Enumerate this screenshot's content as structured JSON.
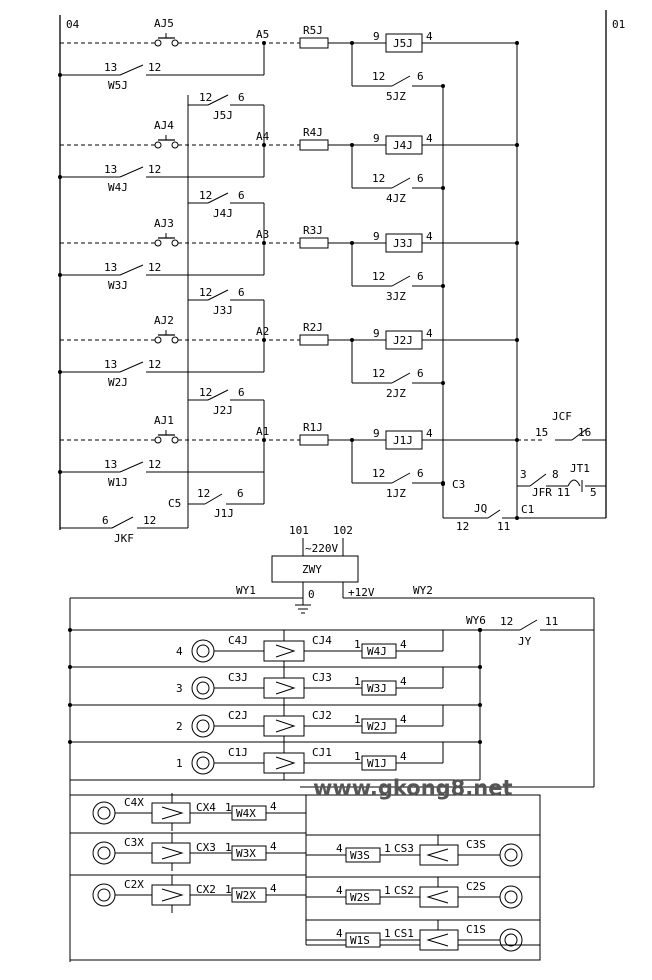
{
  "rails": {
    "left": "04",
    "right": "01"
  },
  "rows": [
    {
      "button": "AJ5",
      "node": "A5",
      "resistor": "R5J",
      "relay": "J5J",
      "relay_in": "9",
      "relay_out": "4",
      "hold_contact": {
        "a": "13",
        "b": "12",
        "label": "W5J"
      },
      "self_contact": {
        "a": "12",
        "b": "6",
        "label": "5JZ"
      },
      "feed_contact": null
    },
    {
      "button": "AJ4",
      "node": "A4",
      "resistor": "R4J",
      "relay": "J4J",
      "relay_in": "9",
      "relay_out": "4",
      "hold_contact": {
        "a": "13",
        "b": "12",
        "label": "W4J"
      },
      "self_contact": {
        "a": "12",
        "b": "6",
        "label": "4JZ"
      },
      "feed_contact": {
        "a": "12",
        "b": "6",
        "label": "J5J"
      }
    },
    {
      "button": "AJ3",
      "node": "A3",
      "resistor": "R3J",
      "relay": "J3J",
      "relay_in": "9",
      "relay_out": "4",
      "hold_contact": {
        "a": "13",
        "b": "12",
        "label": "W3J"
      },
      "self_contact": {
        "a": "12",
        "b": "6",
        "label": "3JZ"
      },
      "feed_contact": {
        "a": "12",
        "b": "6",
        "label": "J4J"
      }
    },
    {
      "button": "AJ2",
      "node": "A2",
      "resistor": "R2J",
      "relay": "J2J",
      "relay_in": "9",
      "relay_out": "4",
      "hold_contact": {
        "a": "13",
        "b": "12",
        "label": "W2J"
      },
      "self_contact": {
        "a": "12",
        "b": "6",
        "label": "2JZ"
      },
      "feed_contact": {
        "a": "12",
        "b": "6",
        "label": "J3J"
      }
    },
    {
      "button": "AJ1",
      "node": "A1",
      "resistor": "R1J",
      "relay": "J1J",
      "relay_in": "9",
      "relay_out": "4",
      "hold_contact": {
        "a": "13",
        "b": "12",
        "label": "W1J"
      },
      "self_contact": {
        "a": "12",
        "b": "6",
        "label": "1JZ"
      },
      "feed_contact": {
        "a": "12",
        "b": "6",
        "label": "J2J"
      }
    }
  ],
  "bottom_feed": {
    "node": "C5",
    "a": "12",
    "b": "6",
    "label": "J1J"
  },
  "jkf": {
    "a": "6",
    "b": "12",
    "label": "JKF"
  },
  "jcf": {
    "label": "JCF",
    "a": "15",
    "b": "16"
  },
  "jfr": {
    "label": "JFR",
    "a": "3",
    "b": "8"
  },
  "jt1": {
    "label": "JT1",
    "a": "11",
    "b": "5"
  },
  "jq": {
    "label": "JQ",
    "a": "12",
    "b": "11"
  },
  "nodes": {
    "c3": "C3",
    "c1": "C1"
  },
  "power": {
    "in_a": "101",
    "in_b": "102",
    "voltage_in": "~220V",
    "unit": "ZWY",
    "ground": "0",
    "voltage_out": "+12V",
    "bus_left": "WY1",
    "bus_right": "WY2",
    "bus_six": "WY6"
  },
  "jy": {
    "a": "12",
    "b": "11",
    "label": "JY"
  },
  "car_calls": [
    {
      "num": "4",
      "sensor": "C4J",
      "amp": "CJ4",
      "pin_a": "1",
      "relay": "W4J",
      "pin_b": "4"
    },
    {
      "num": "3",
      "sensor": "C3J",
      "amp": "CJ3",
      "pin_a": "1",
      "relay": "W3J",
      "pin_b": "4"
    },
    {
      "num": "2",
      "sensor": "C2J",
      "amp": "CJ2",
      "pin_a": "1",
      "relay": "W2J",
      "pin_b": "4"
    },
    {
      "num": "1",
      "sensor": "C1J",
      "amp": "CJ1",
      "pin_a": "1",
      "relay": "W1J",
      "pin_b": "4"
    }
  ],
  "down_calls": [
    {
      "sensor": "C4X",
      "amp": "CX4",
      "pin_a": "1",
      "relay": "W4X",
      "pin_b": "4"
    },
    {
      "sensor": "C3X",
      "amp": "CX3",
      "pin_a": "1",
      "relay": "W3X",
      "pin_b": "4"
    },
    {
      "sensor": "C2X",
      "amp": "CX2",
      "pin_a": "1",
      "relay": "W2X",
      "pin_b": "4"
    }
  ],
  "up_calls": [
    {
      "pin_b": "4",
      "relay": "W3S",
      "pin_a": "1",
      "amp": "CS3",
      "sensor": "C3S"
    },
    {
      "pin_b": "4",
      "relay": "W2S",
      "pin_a": "1",
      "amp": "CS2",
      "sensor": "C2S"
    },
    {
      "pin_b": "4",
      "relay": "W1S",
      "pin_a": "1",
      "amp": "CS1",
      "sensor": "C1S"
    }
  ],
  "watermark": "www.gkong8.net"
}
